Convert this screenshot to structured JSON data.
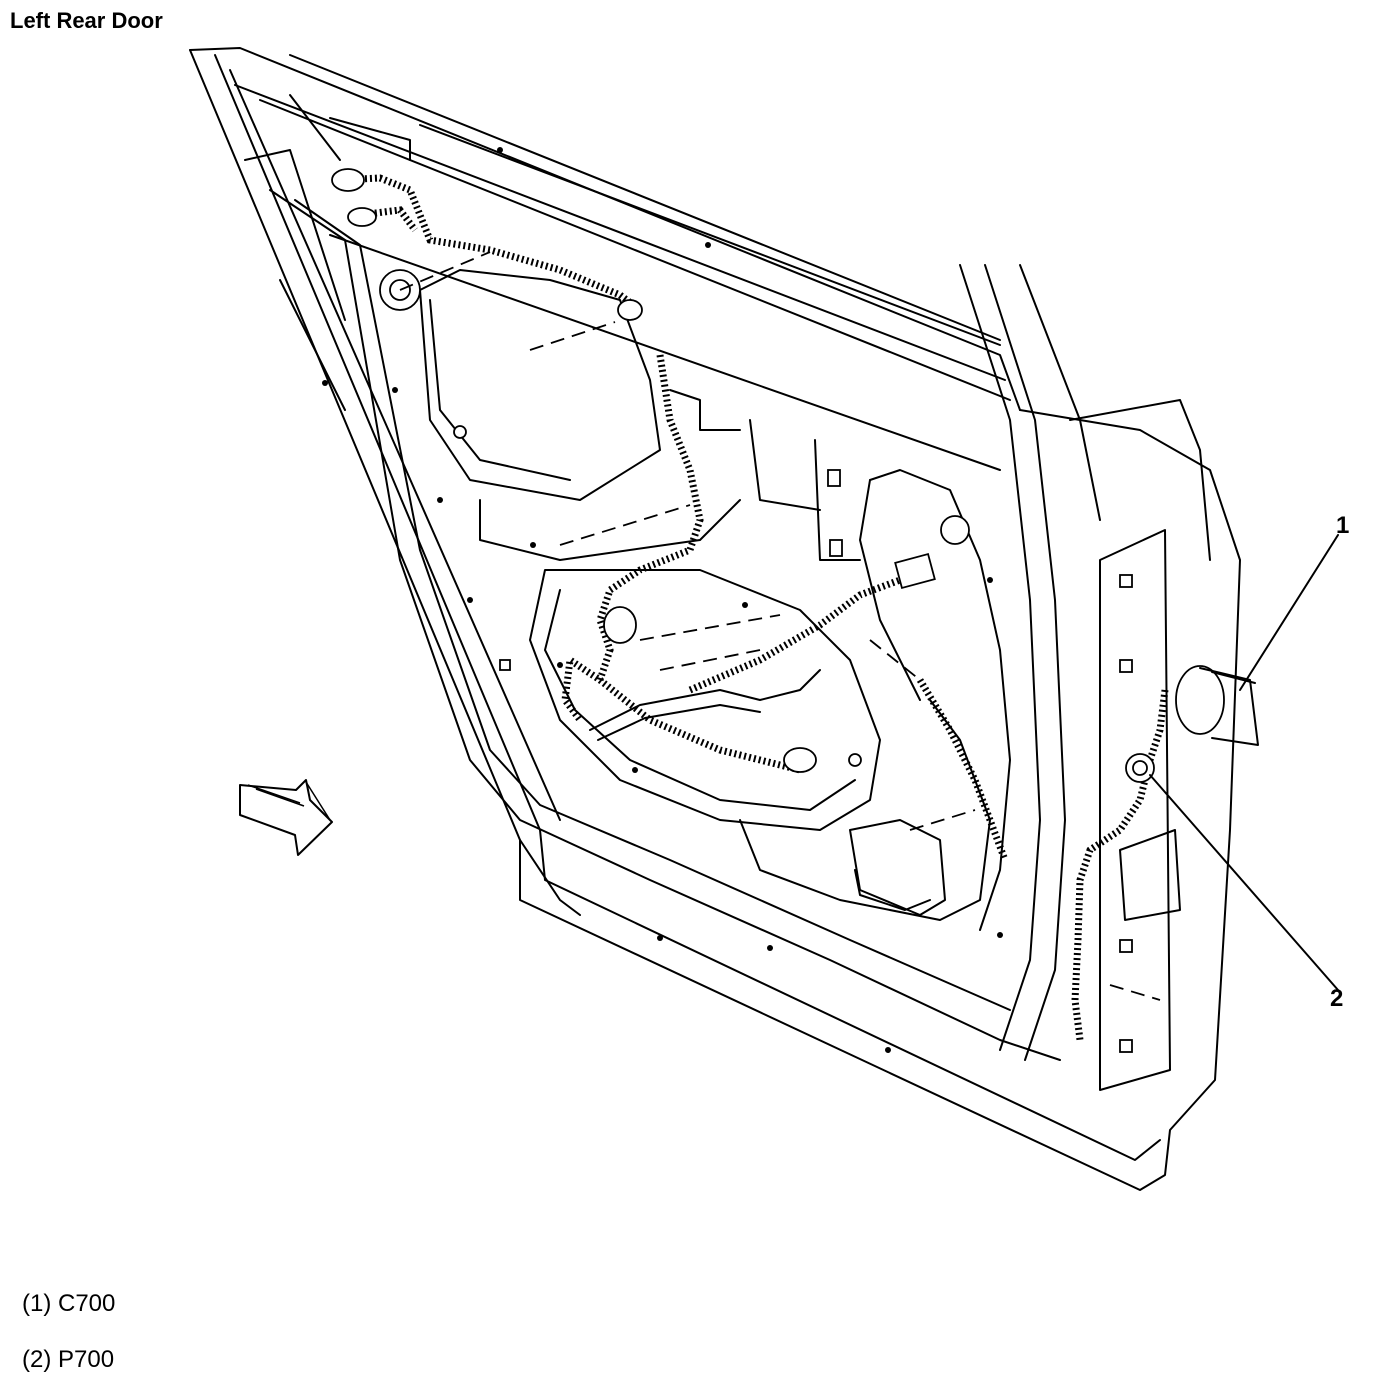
{
  "title": "Left Rear Door",
  "callouts": [
    {
      "number": "1",
      "name": "C700"
    },
    {
      "number": "2",
      "name": "P700"
    }
  ],
  "legend": [
    {
      "text": "(1) C700"
    },
    {
      "text": "(2) P700"
    }
  ]
}
